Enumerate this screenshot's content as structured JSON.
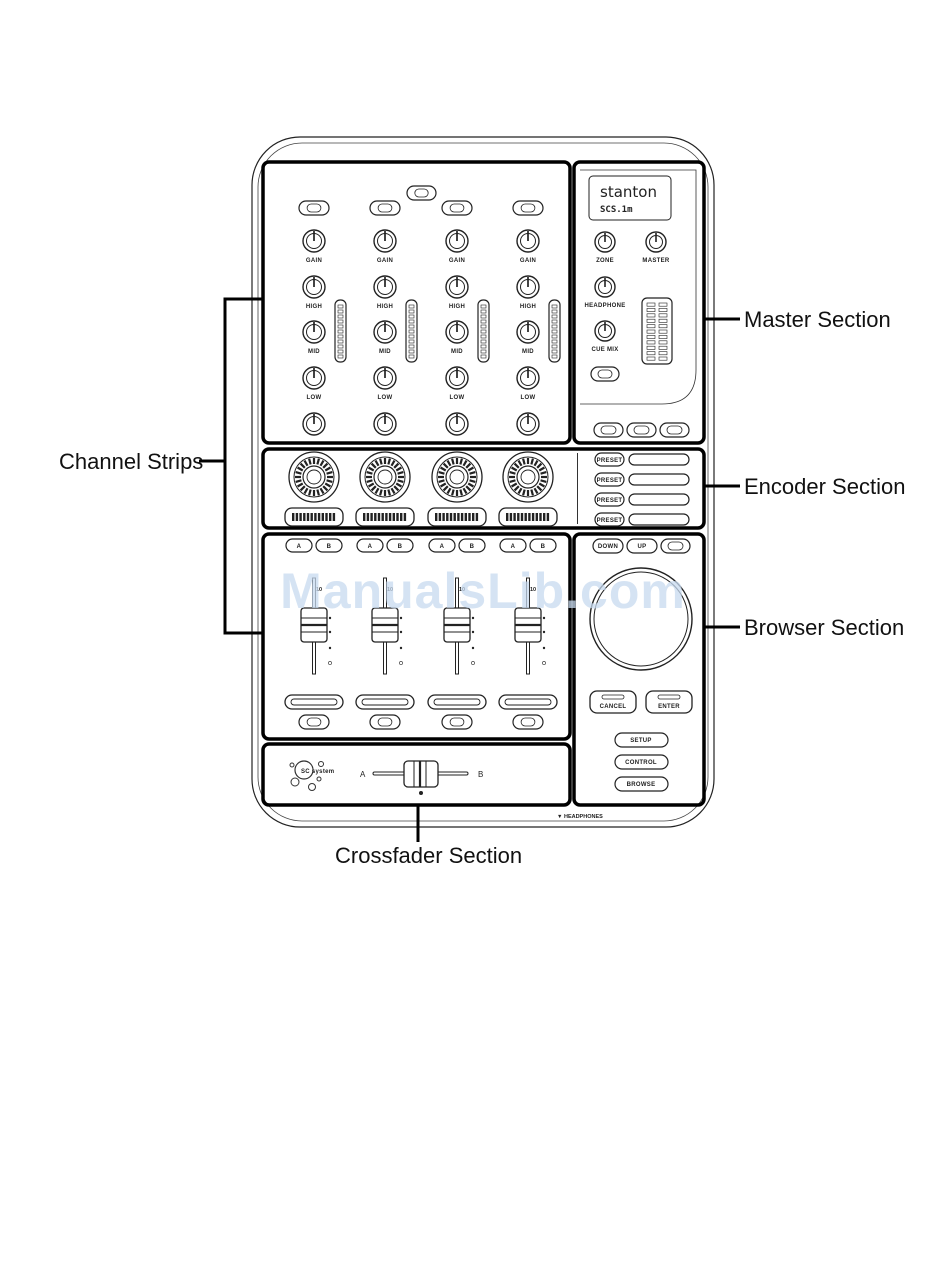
{
  "device": {
    "brand": "stanton",
    "model": "SCS.1m",
    "system_logo": "SC system"
  },
  "callouts": {
    "channel_strips": "Channel Strips",
    "master_section": "Master Section",
    "encoder_section": "Encoder Section",
    "browser_section": "Browser Section",
    "crossfader_section": "Crossfader Section"
  },
  "channel_knob_labels": [
    "GAIN",
    "HIGH",
    "MID",
    "LOW"
  ],
  "master": {
    "zone": "ZONE",
    "master": "MASTER",
    "headphone": "HEADPHONE",
    "cue_mix": "CUE MIX"
  },
  "encoder": {
    "preset_buttons": [
      "PRESET",
      "PRESET",
      "PRESET",
      "PRESET"
    ]
  },
  "browser": {
    "down": "DOWN",
    "up": "UP",
    "cancel": "CANCEL",
    "enter": "ENTER",
    "setup": "SETUP",
    "control": "CONTROL",
    "browse": "BROWSE"
  },
  "fader": {
    "assign_a": "A",
    "assign_b": "B",
    "scale_top": "10"
  },
  "crossfader": {
    "side_a": "A",
    "side_b": "B"
  },
  "headphones_label": "▼ HEADPHONES",
  "watermark": "ManualsLib.com"
}
